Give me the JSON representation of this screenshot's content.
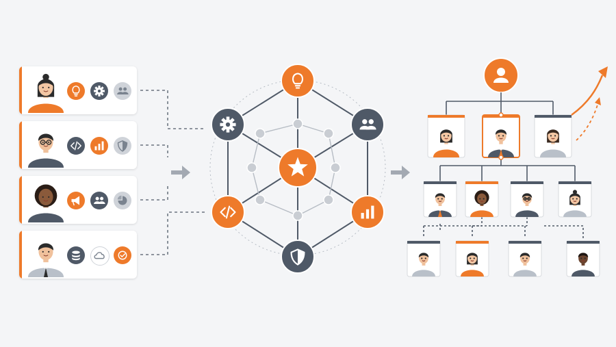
{
  "colors": {
    "accent": "#ee7a2a",
    "dark": "#4f5967",
    "light_gray": "#cfd3d9",
    "background": "#f4f5f7",
    "card": "#ffffff"
  },
  "team_members": [
    {
      "skin": "#f3c7a4",
      "hair": "#2b2b2b",
      "shirt": "#ee7a2a",
      "style": "bun-female",
      "skills": [
        {
          "icon": "lightbulb-icon",
          "bg": "#ee7a2a"
        },
        {
          "icon": "gear-icon",
          "bg": "#4f5967"
        },
        {
          "icon": "users-icon",
          "bg": "#cfd3d9"
        }
      ]
    },
    {
      "skin": "#f0c19c",
      "hair": "#2b2b2b",
      "shirt": "#4f5967",
      "style": "glasses-male",
      "skills": [
        {
          "icon": "code-icon",
          "bg": "#4f5967"
        },
        {
          "icon": "bar-chart-icon",
          "bg": "#ee7a2a"
        },
        {
          "icon": "shield-icon",
          "bg": "#cfd3d9"
        }
      ]
    },
    {
      "skin": "#8a5a3b",
      "hair": "#2a1d16",
      "shirt": "#4f5967",
      "style": "curly-female",
      "skills": [
        {
          "icon": "megaphone-icon",
          "bg": "#ee7a2a"
        },
        {
          "icon": "users-icon",
          "bg": "#4f5967"
        },
        {
          "icon": "pie-chart-icon",
          "bg": "#cfd3d9"
        }
      ]
    },
    {
      "skin": "#f0c19c",
      "hair": "#2b2b2b",
      "shirt": "#b9c0c9",
      "style": "tie-male",
      "skills": [
        {
          "icon": "database-icon",
          "bg": "#4f5967"
        },
        {
          "icon": "cloud-icon",
          "bg": "#ffffff"
        },
        {
          "icon": "check-circle-icon",
          "bg": "#ee7a2a"
        }
      ]
    }
  ],
  "network": {
    "center_icon": "star-icon",
    "outer_nodes": [
      {
        "icon": "lightbulb-icon",
        "color": "#ee7a2a"
      },
      {
        "icon": "users-icon",
        "color": "#4f5967"
      },
      {
        "icon": "bar-chart-icon",
        "color": "#ee7a2a"
      },
      {
        "icon": "shield-icon",
        "color": "#4f5967"
      },
      {
        "icon": "code-icon",
        "color": "#ee7a2a"
      },
      {
        "icon": "gear-icon",
        "color": "#4f5967"
      }
    ]
  },
  "org_chart": {
    "root_icon": "user-icon",
    "growth_arrow_icon": "trend-up-arrow-icon",
    "level_1": [
      {
        "skin": "#f3c7a4",
        "hair": "#2b2b2b",
        "shirt": "#ee7a2a",
        "style": "female",
        "highlighted": false
      },
      {
        "skin": "#f0c19c",
        "hair": "#2b2b2b",
        "shirt": "#4f5967",
        "style": "tie-male",
        "highlighted": true
      },
      {
        "skin": "#f3c7a4",
        "hair": "#3a2a20",
        "shirt": "#b9c0c9",
        "style": "female",
        "highlighted": false
      }
    ],
    "level_2": [
      {
        "skin": "#f0c19c",
        "hair": "#2b2b2b",
        "shirt": "#4f5967",
        "style": "tie-male"
      },
      {
        "skin": "#8a5a3b",
        "hair": "#2a1d16",
        "shirt": "#ee7a2a",
        "style": "curly-female"
      },
      {
        "skin": "#f0c19c",
        "hair": "#2b2b2b",
        "shirt": "#4f5967",
        "style": "glasses-male"
      },
      {
        "skin": "#f3c7a4",
        "hair": "#2b2b2b",
        "shirt": "#b9c0c9",
        "style": "bun-female"
      }
    ],
    "level_3": [
      {
        "skin": "#f0c19c",
        "hair": "#2b2b2b",
        "shirt": "#b9c0c9",
        "style": "male"
      },
      {
        "skin": "#f3c7a4",
        "hair": "#2b2b2b",
        "shirt": "#ee7a2a",
        "style": "female"
      },
      {
        "skin": "#f0c19c",
        "hair": "#2b2b2b",
        "shirt": "#b9c0c9",
        "style": "male"
      },
      {
        "skin": "#6b4530",
        "hair": "#1e1612",
        "shirt": "#4f5967",
        "style": "male"
      }
    ]
  }
}
